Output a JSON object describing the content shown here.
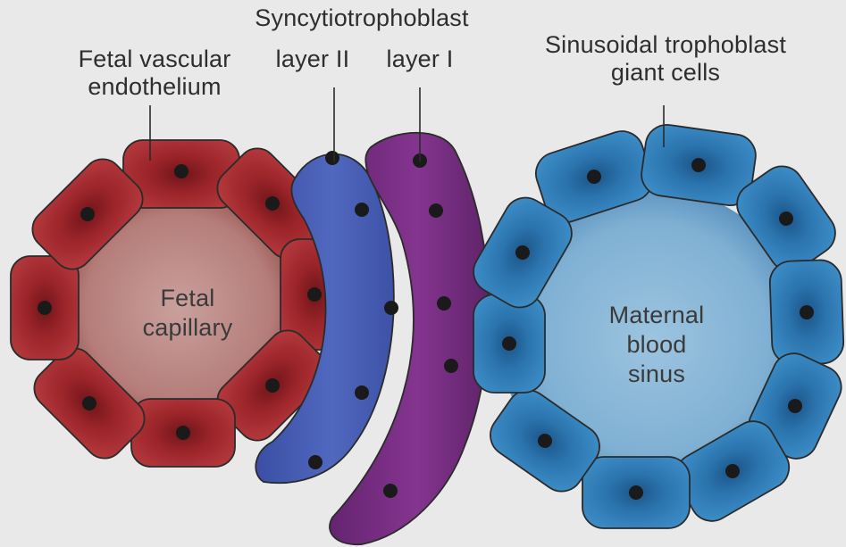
{
  "labels": {
    "syncytio_title": "Syncytiotrophoblast",
    "fetal_vascular_line1": "Fetal vascular",
    "fetal_vascular_line2": "endothelium",
    "layer_ii": "layer II",
    "layer_i": "layer I",
    "sinusoidal_line1": "Sinusoidal trophoblast",
    "sinusoidal_line2": "giant cells",
    "fetal_capillary_line1": "Fetal",
    "fetal_capillary_line2": "capillary",
    "maternal_line1": "Maternal",
    "maternal_line2": "blood",
    "maternal_line3": "sinus"
  },
  "colors": {
    "background": "#e9e9e9",
    "fetal_cell": "#a3262b",
    "fetal_cell_dark": "#6e1519",
    "fetal_lumen": "#c48e8b",
    "layer_ii": "#4a62b8",
    "layer_ii_dark": "#2e3f8c",
    "layer_i": "#7a2f86",
    "layer_i_dark": "#531d5e",
    "maternal_cell": "#2f7fbe",
    "maternal_cell_dark": "#1b5487",
    "maternal_lumen": "#8bbad9",
    "nucleus": "#1a1a1a"
  }
}
